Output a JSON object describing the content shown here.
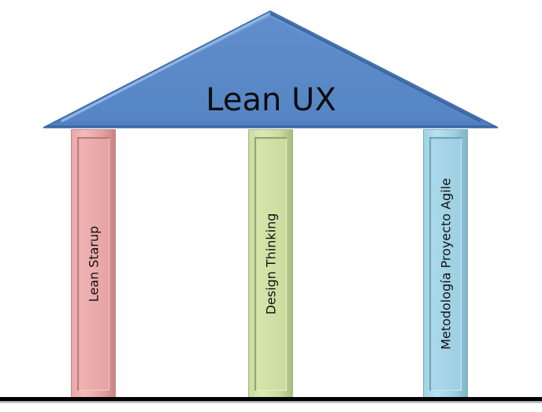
{
  "diagram": {
    "roof": {
      "label": "Lean UX",
      "color": "#5b8ac6"
    },
    "pillars": [
      {
        "label": "Lean Starup",
        "color": "#e8a7a7"
      },
      {
        "label": "Design Thinking",
        "color": "#cfe0a6"
      },
      {
        "label": "Metodología Proyecto Agile",
        "color": "#a6d6e8"
      }
    ]
  }
}
